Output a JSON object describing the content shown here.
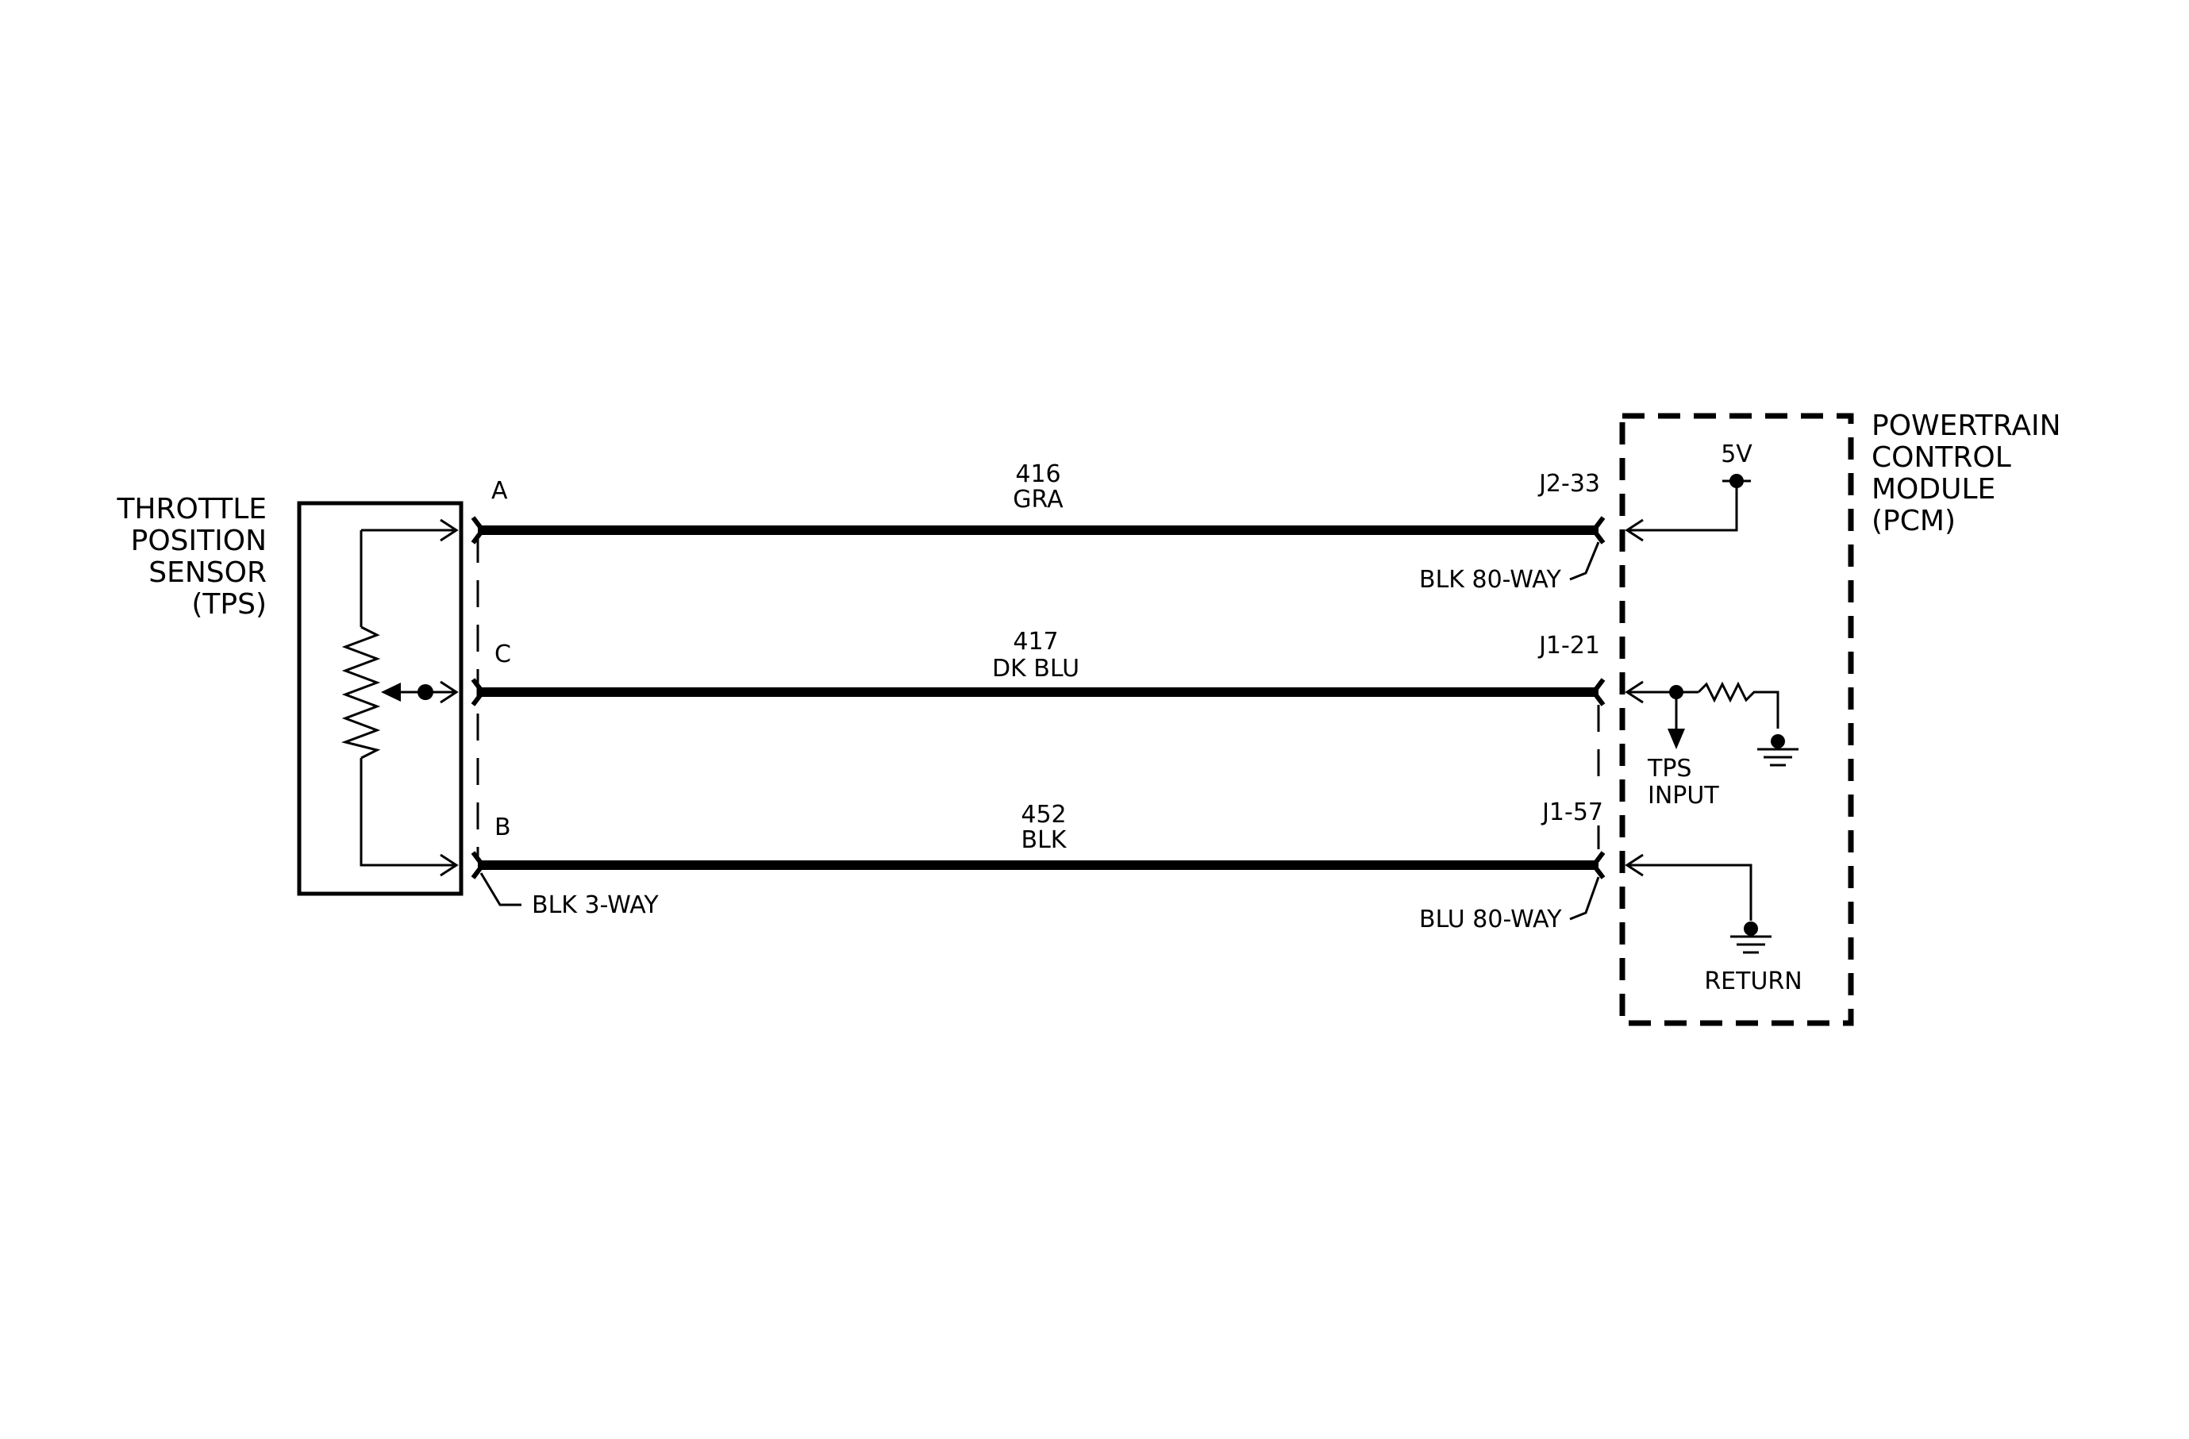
{
  "tps": {
    "title_lines": [
      "THROTTLE",
      "POSITION",
      "SENSOR",
      "(TPS)"
    ],
    "connector": "BLK 3-WAY"
  },
  "pcm": {
    "title_lines": [
      "POWERTRAIN",
      "CONTROL",
      "MODULE",
      "(PCM)"
    ],
    "supply": "5V",
    "input_lines": [
      "TPS",
      "INPUT"
    ],
    "return": "RETURN"
  },
  "circuits": [
    {
      "pin": "A",
      "number": "416",
      "color": "GRA",
      "terminal": "J2-33",
      "connector": "BLK 80-WAY"
    },
    {
      "pin": "C",
      "number": "417",
      "color": "DK BLU",
      "terminal": "J1-21"
    },
    {
      "pin": "B",
      "number": "452",
      "color": "BLK",
      "terminal": "J1-57",
      "connector": "BLU 80-WAY"
    }
  ]
}
